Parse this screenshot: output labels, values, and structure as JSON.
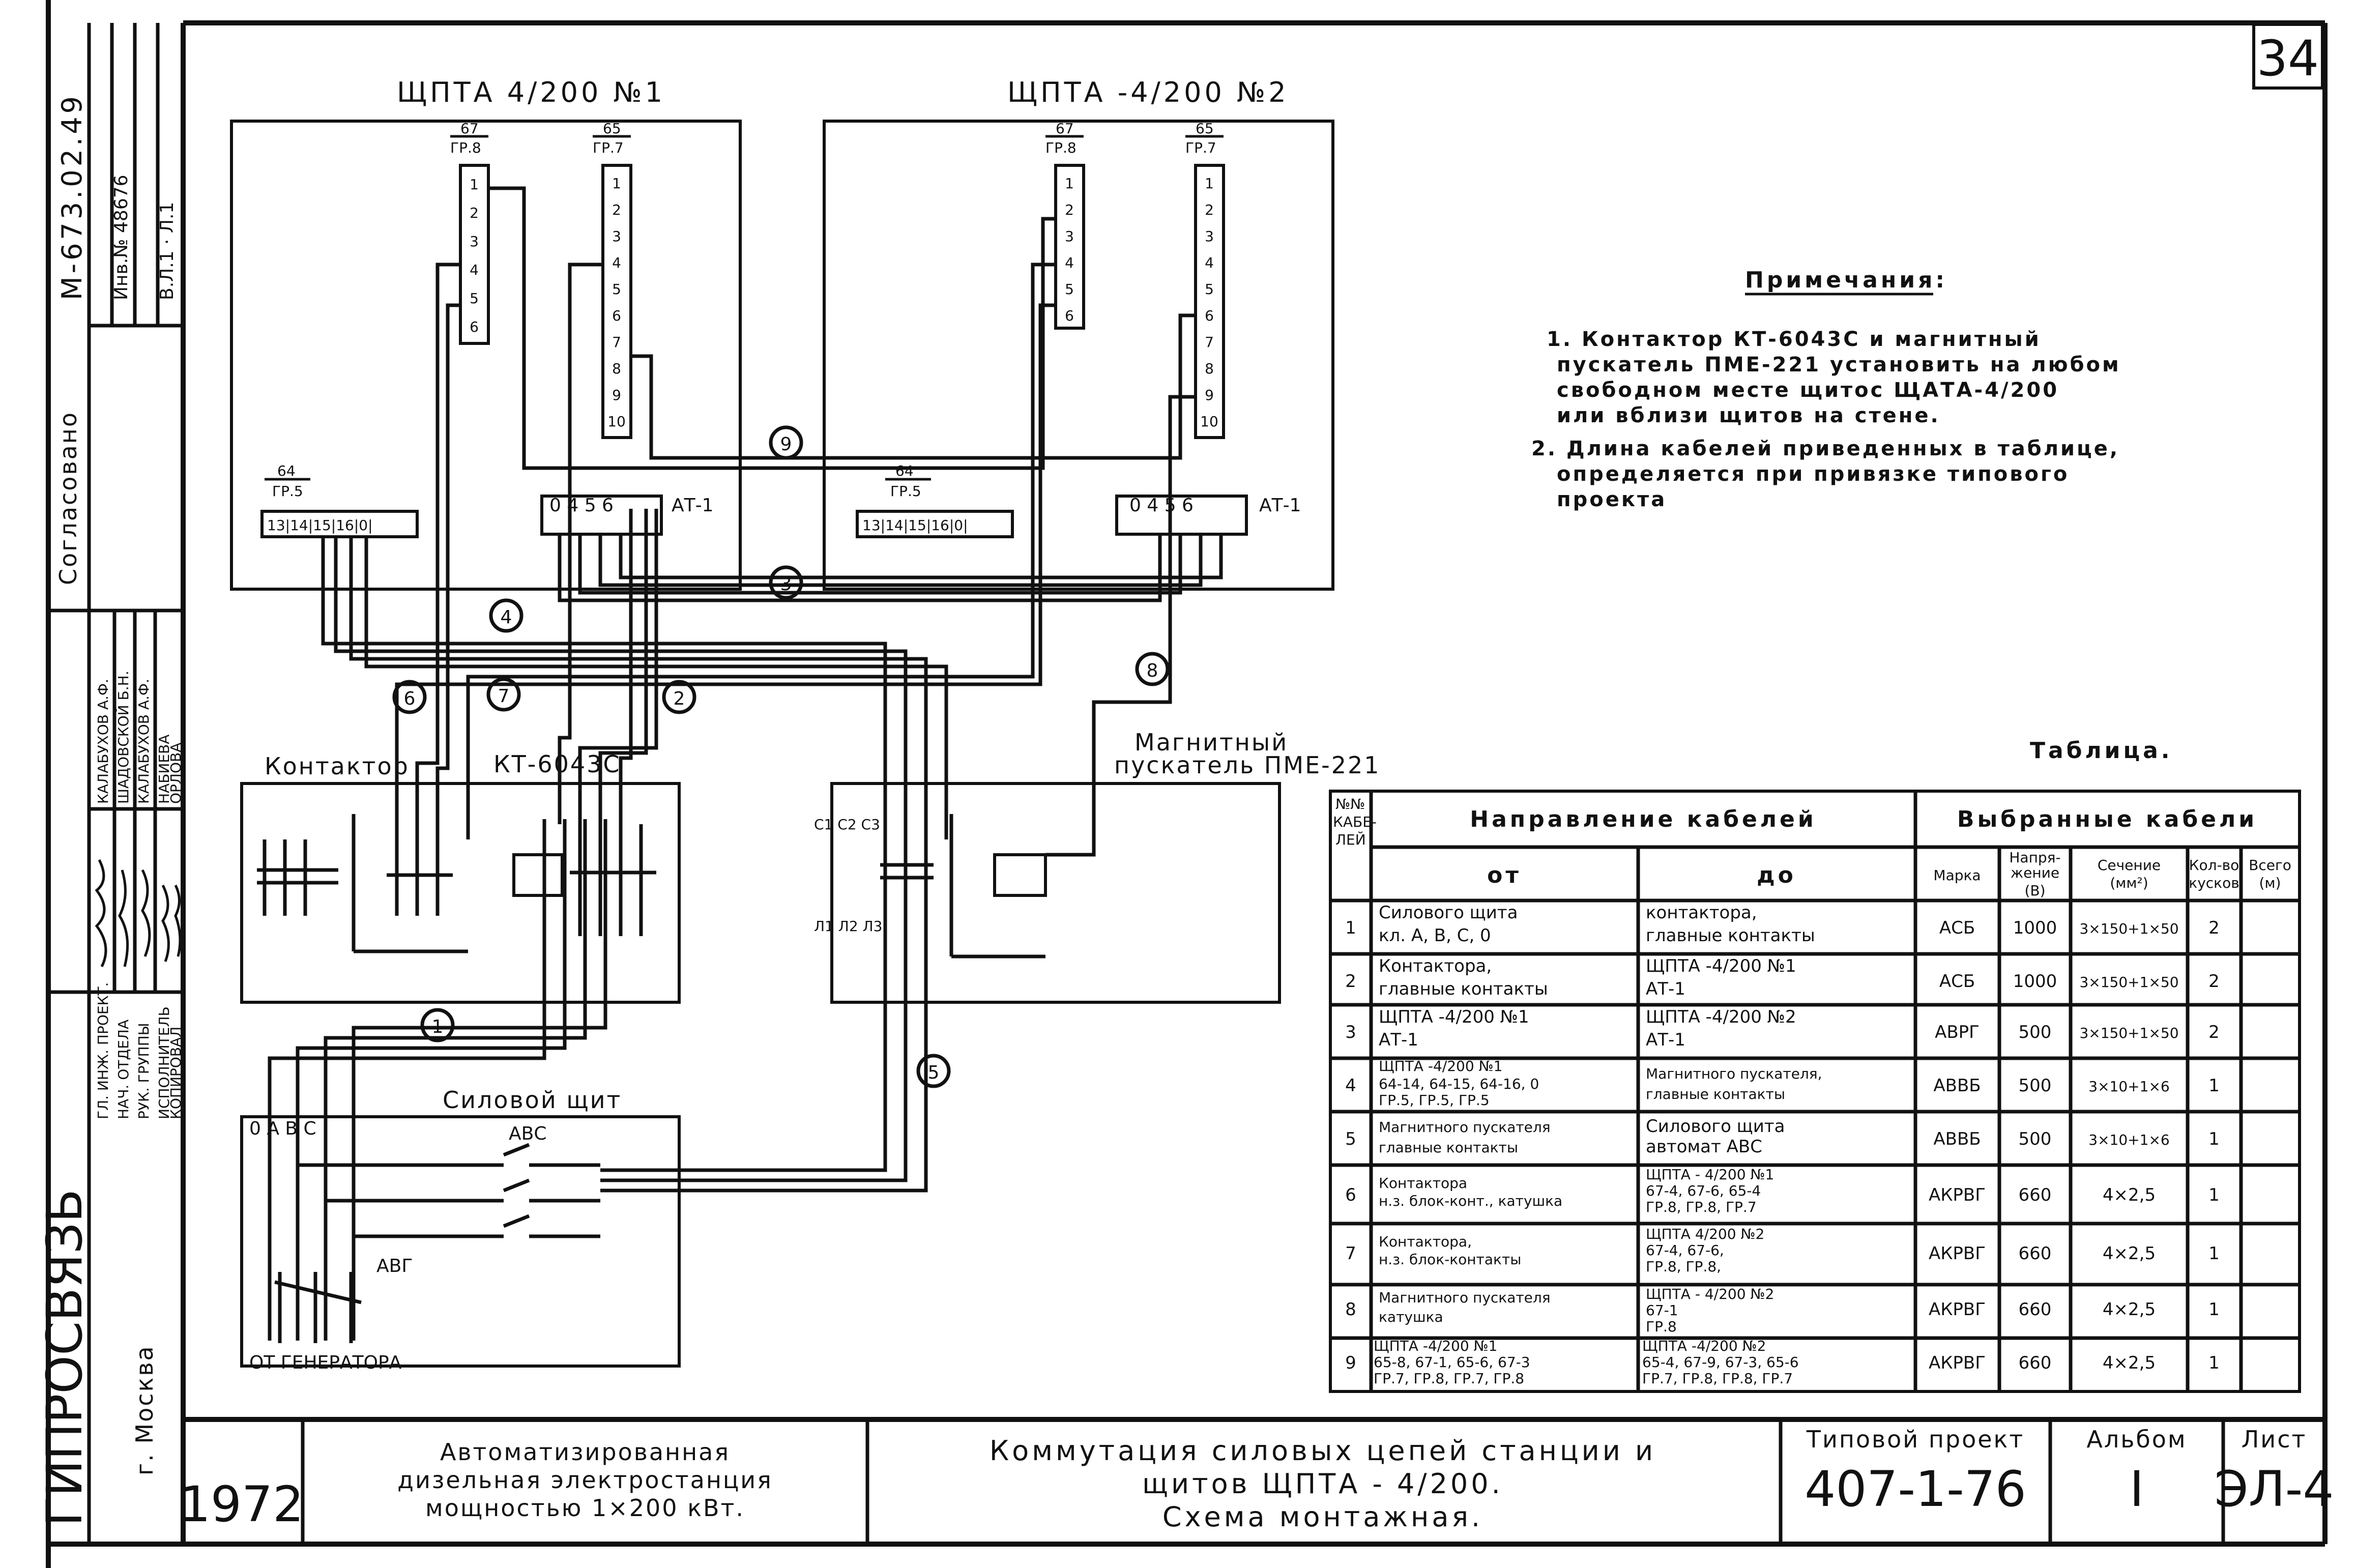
{
  "sheet_number": "34",
  "panel1": {
    "title": "ЩПТА 4/200 №1",
    "grp8_num": "67",
    "grp8_label": "ГР.8",
    "grp7_num": "65",
    "grp7_label": "ГР.7",
    "grp5_num": "64",
    "grp5_label": "ГР.5",
    "terms5": "13|14|15|16|0|",
    "at_nums": "0  4  5  6",
    "at_label": "АТ-1"
  },
  "panel2": {
    "title": "ЩПТА -4/200 №2",
    "grp8_num": "67",
    "grp8_label": "ГР.8",
    "grp7_num": "65",
    "grp7_label": "ГР.7",
    "grp5_num": "64",
    "grp5_label": "ГР.5",
    "terms5": "13|14|15|16|0|",
    "at_nums": "0  4  5  6",
    "at_label": "АТ-1"
  },
  "term_left": [
    "1",
    "2",
    "3",
    "4",
    "5",
    "6"
  ],
  "term_right": [
    "1",
    "2",
    "3",
    "4",
    "5",
    "6",
    "7",
    "8",
    "9",
    "10"
  ],
  "contactor": {
    "label_left": "Контактор",
    "label_right": "КТ-6043С"
  },
  "starter": {
    "line1": "Магнитный",
    "line2": "пускатель ПМЕ-221",
    "c_labels": "С1 С2 С3",
    "l_labels": "Л1 Л2 Л3"
  },
  "power_panel": {
    "title": "Силовой щит",
    "breaker1": "АВС",
    "breaker2": "АВГ",
    "phases": "0 А В С",
    "from_gen": "ОТ ГЕНЕРАТОРА"
  },
  "cable_markers": [
    "1",
    "2",
    "3",
    "4",
    "5",
    "6",
    "7",
    "8",
    "9"
  ],
  "notes": {
    "title": "Примечания:",
    "lines": [
      "1. Контактор КТ-6043С и магнитный",
      "пускатель ПМЕ-221 установить на любом",
      "свободном месте щитос ЩАТА-4/200",
      "или вблизи щитов на стене.",
      "2. Длина кабелей приведенных в таблице,",
      "определяется при привязке типового",
      "проекта"
    ]
  },
  "table": {
    "title": "Таблица.",
    "h_num": [
      "№№",
      "КАБЕ-",
      "ЛЕЙ"
    ],
    "h_direction": "Направление кабелей",
    "h_from": "от",
    "h_to": "до",
    "h_selected": "Выбранные кабели",
    "h_mark": "Марка",
    "h_voltage": [
      "Напря-",
      "жение",
      "(В)"
    ],
    "h_section": [
      "Сечение",
      "(мм²)"
    ],
    "h_count": [
      "Кол-во",
      "кусков"
    ],
    "h_total": [
      "Всего",
      "(м)"
    ],
    "rows": [
      {
        "n": "1",
        "from": [
          "Силового щита",
          "кл. А, В, С, 0"
        ],
        "to": [
          "контактора,",
          "главные контакты"
        ],
        "mark": "АСБ",
        "voltage": "1000",
        "section": "3×150+1×50",
        "count": "2"
      },
      {
        "n": "2",
        "from": [
          "Контактора,",
          "главные контакты"
        ],
        "to": [
          "ЩПТА -4/200 №1",
          "АТ-1"
        ],
        "mark": "АСБ",
        "voltage": "1000",
        "section": "3×150+1×50",
        "count": "2"
      },
      {
        "n": "3",
        "from": [
          "ЩПТА -4/200 №1",
          "АТ-1"
        ],
        "to": [
          "ЩПТА -4/200 №2",
          "АТ-1"
        ],
        "mark": "АВРГ",
        "voltage": "500",
        "section": "3×150+1×50",
        "count": "2"
      },
      {
        "n": "4",
        "from": [
          "ЩПТА -4/200 №1",
          "64-14, 64-15, 64-16, 0",
          "ГР.5, ГР.5, ГР.5"
        ],
        "to": [
          "Магнитного пускателя,",
          "главные контакты"
        ],
        "mark": "АВВБ",
        "voltage": "500",
        "section": "3×10+1×6",
        "count": "1"
      },
      {
        "n": "5",
        "from": [
          "Магнитного пускателя",
          "главные контакты"
        ],
        "to": [
          "Силового щита",
          "автомат АВС"
        ],
        "mark": "АВВБ",
        "voltage": "500",
        "section": "3×10+1×6",
        "count": "1"
      },
      {
        "n": "6",
        "from": [
          "Контактора",
          "н.з. блок-конт., катушка"
        ],
        "to": [
          "ЩПТА - 4/200 №1",
          "67-4, 67-6, 65-4",
          "ГР.8, ГР.8, ГР.7"
        ],
        "mark": "АКРВГ",
        "voltage": "660",
        "section": "4×2,5",
        "count": "1"
      },
      {
        "n": "7",
        "from": [
          "Контактора,",
          "н.з. блок-контакты"
        ],
        "to": [
          "ЩПТА 4/200 №2",
          "67-4, 67-6,",
          "ГР.8, ГР.8,"
        ],
        "mark": "АКРВГ",
        "voltage": "660",
        "section": "4×2,5",
        "count": "1"
      },
      {
        "n": "8",
        "from": [
          "Магнитного пускателя",
          "катушка"
        ],
        "to": [
          "ЩПТА - 4/200 №2",
          "67-1",
          "ГР.8"
        ],
        "mark": "АКРВГ",
        "voltage": "660",
        "section": "4×2,5",
        "count": "1"
      },
      {
        "n": "9",
        "from": [
          "ЩПТА -4/200 №1",
          "65-8, 67-1, 65-6, 67-3",
          "ГР.7, ГР.8, ГР.7, ГР.8"
        ],
        "to": [
          "ЩПТА -4/200 №2",
          "65-4, 67-9, 67-3, 65-6",
          "ГР.7, ГР.8, ГР.8, ГР.7"
        ],
        "mark": "АКРВГ",
        "voltage": "660",
        "section": "4×2,5",
        "count": "1"
      }
    ]
  },
  "title_block": {
    "year": "1972",
    "project_name": [
      "Автоматизированная",
      "дизельная электростанция",
      "мощностью 1×200 кВт."
    ],
    "drawing_name": [
      "Коммутация силовых цепей станции и",
      "щитов ЩПТА - 4/200.",
      "Схема монтажная."
    ],
    "typical_label": "Типовой проект",
    "typical_value": "407-1-76",
    "album_label": "Альбом",
    "album_value": "I",
    "sheet_label": "Лист",
    "sheet_value": "ЭЛ-4"
  },
  "side_block": {
    "org": "ГИПРОСВЯЗЬ",
    "city": "г. Москва",
    "roles": [
      "ГЛ. ИНЖ. ПРОЕКТ.",
      "НАЧ. ОТДЕЛА",
      "РУК. ГРУППЫ",
      "ИСПОЛНИТЕЛЬ",
      "КОПИРОВАЛ"
    ],
    "names": [
      "КАЛАБУХОВ А.Ф.",
      "ШАДОВСКОЙ Б.Н.",
      "КАЛАБУХОВ А.Ф.",
      "НАБИЕВА",
      "ОРЛОВА"
    ],
    "agreed": "Согласовано",
    "code": "М-673.02.49",
    "inv": "Инв.№ 48676",
    "sheet_ref": "В.Л.1 · Л.1"
  }
}
